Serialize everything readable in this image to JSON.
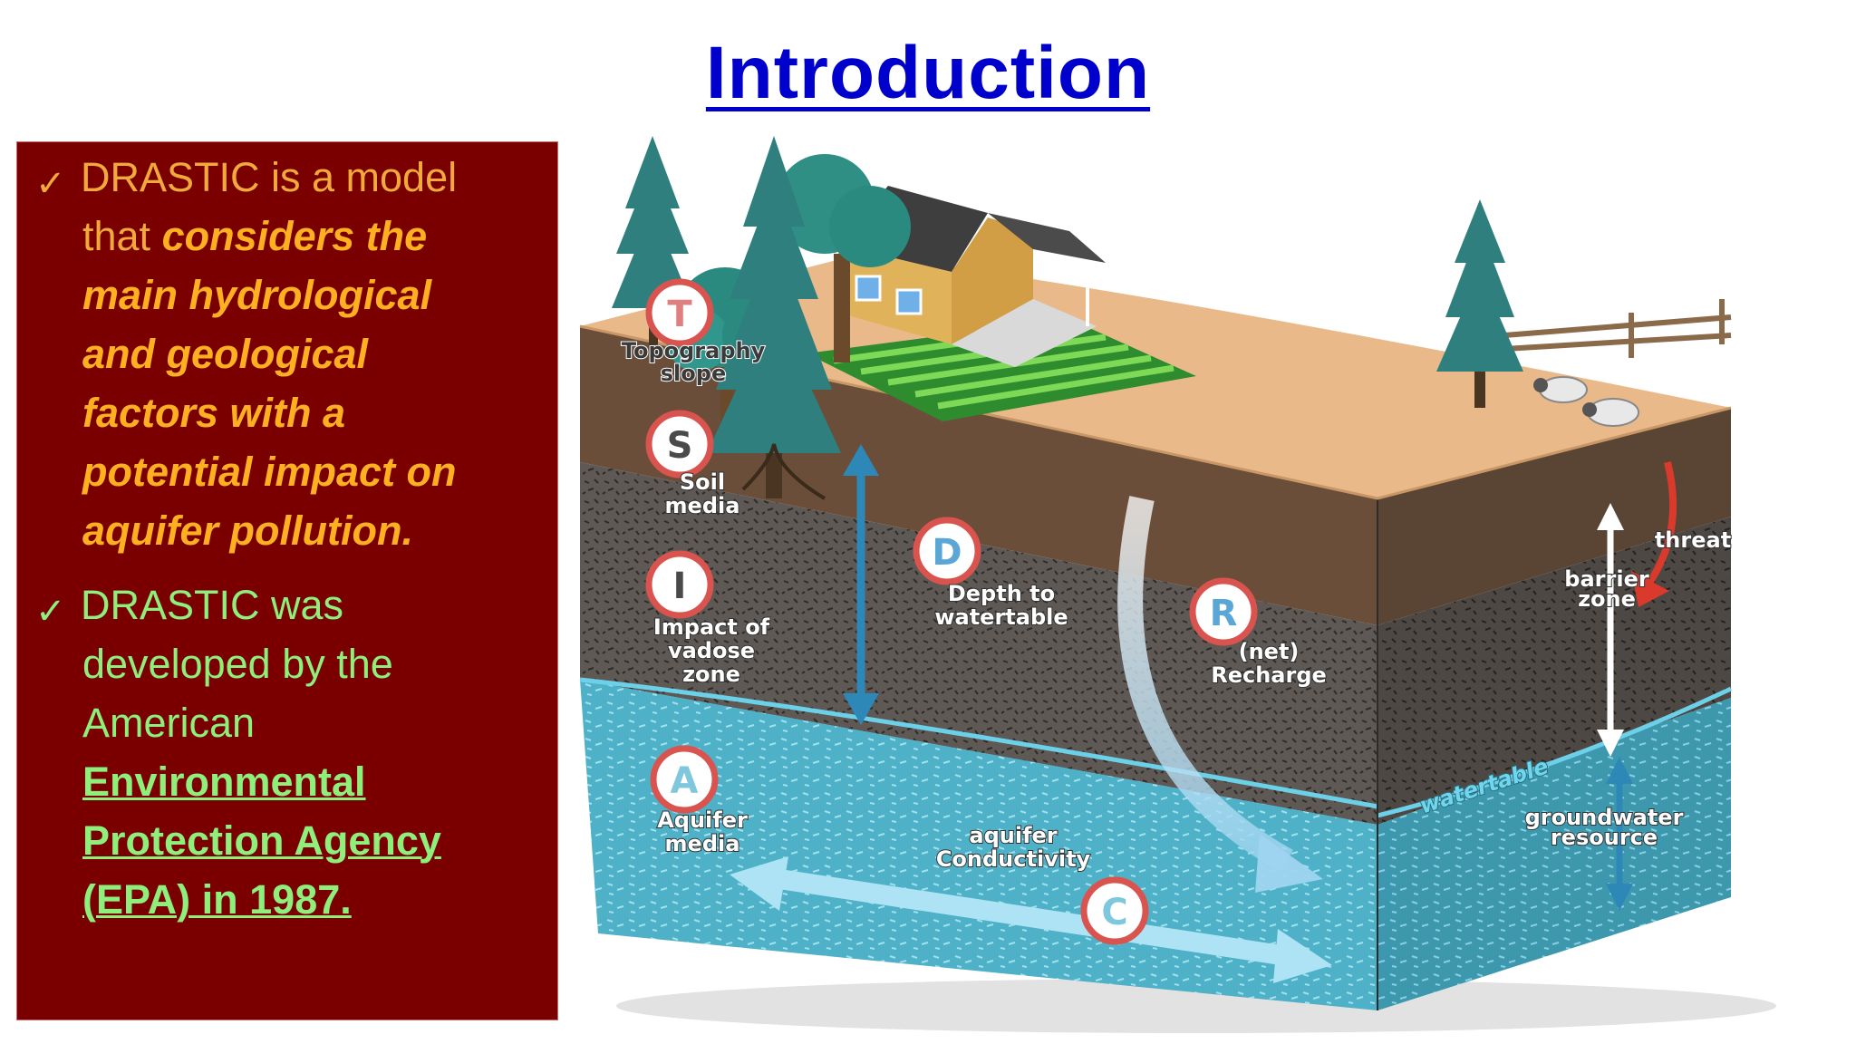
{
  "slide": {
    "title": "Introduction",
    "title_color": "#0000cc",
    "box_color": "#7a0000"
  },
  "bullets": [
    {
      "intro": "DRASTIC is a model",
      "line2_plain": "that ",
      "line2_emph": "considers the",
      "emph_lines": [
        "main hydrological",
        "and geological",
        "factors with a",
        "potential impact on",
        "aquifer pollution."
      ]
    },
    {
      "intro": "DRASTIC was",
      "plain_lines": [
        "developed by the",
        "American"
      ],
      "emph_lines": [
        "Environmental",
        "Protection Agency",
        "(EPA) in 1987."
      ]
    }
  ],
  "diagram": {
    "letters": {
      "T": "T",
      "S": "S",
      "I": "I",
      "A": "A",
      "D": "D",
      "R": "R",
      "C": "C"
    },
    "labels": {
      "topography": [
        "Topography",
        "slope"
      ],
      "soil": [
        "Soil",
        "media"
      ],
      "impact": [
        "Impact of",
        "vadose",
        "zone"
      ],
      "aquifer_media": [
        "Aquifer",
        "media"
      ],
      "depth": [
        "Depth to",
        "watertable"
      ],
      "recharge": [
        "(net)",
        "Recharge"
      ],
      "conductivity": [
        "aquifer",
        "Conductivity"
      ],
      "threat": "threat",
      "barrier": [
        "barrier",
        "zone"
      ],
      "watertable": "watertable",
      "groundwater": [
        "groundwater",
        "resource"
      ]
    }
  }
}
